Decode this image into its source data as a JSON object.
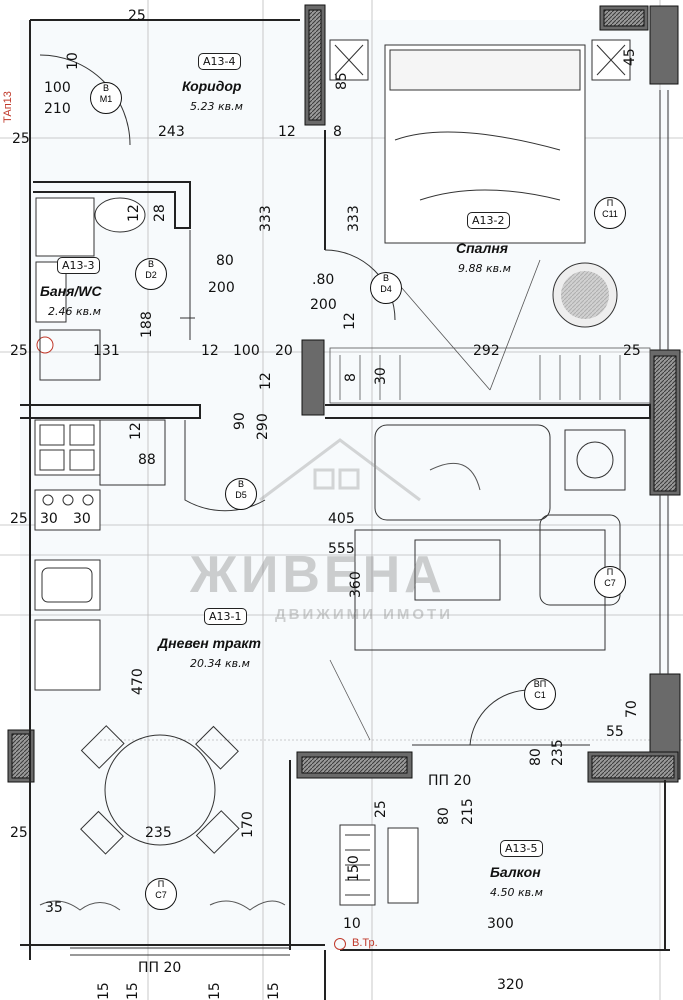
{
  "watermark": {
    "brand": "ЖИВЕНА",
    "tagline": "ДВИЖИМИ ИМОТИ"
  },
  "rooms": [
    {
      "tag": "A13-4",
      "name": "Коридор",
      "area": "5.23 кв.м"
    },
    {
      "tag": "A13-2",
      "name": "Спалня",
      "area": "9.88 кв.м"
    },
    {
      "tag": "A13-3",
      "name": "Баня/WC",
      "area": "2.46 кв.м"
    },
    {
      "tag": "A13-1",
      "name": "Дневен тракт",
      "area": "20.34 кв.м"
    },
    {
      "tag": "A13-5",
      "name": "Балкон",
      "area": "4.50 кв.м"
    }
  ],
  "door_markers": [
    {
      "type": "В",
      "code": "М1"
    },
    {
      "type": "В",
      "code": "D2"
    },
    {
      "type": "В",
      "code": "D4"
    },
    {
      "type": "В",
      "code": "D5"
    }
  ],
  "window_markers": [
    {
      "type": "П",
      "code": "С11"
    },
    {
      "type": "П",
      "code": "С7"
    },
    {
      "type": "ВП",
      "code": "С1"
    },
    {
      "type": "П",
      "code": "С7"
    }
  ],
  "side_label": "ТАп13",
  "stair_label": "В.Тр.",
  "dimensions": {
    "top_25": "25",
    "d10": "10",
    "d100": "100",
    "d210": "210",
    "d243": "243",
    "d12a": "12",
    "d8": "8",
    "d25a": "25",
    "d333a": "333",
    "d333b": "333",
    "d28": "28",
    "d12b": "12",
    "d80a": "80",
    "d200a": "200",
    "d80b": ".80",
    "d200b": "200",
    "d12c": "12",
    "d188": "188",
    "d25b": "25",
    "d131": "131",
    "d12d": "12",
    "d100b": "100",
    "d20": "20",
    "d292": "292",
    "d25c": "25",
    "d90": "90",
    "d290": "290",
    "d12e": "12",
    "d88": "88",
    "d25d": "25",
    "d30a": "30",
    "d30b": "30",
    "d405": "405",
    "d555": "555",
    "d360": "360",
    "d470": "470",
    "d70": "70",
    "d55": "55",
    "d80c": "80",
    "d235a": "235",
    "d20b": "ПП 20",
    "d215": "215",
    "d80d": "80",
    "d25e": "25",
    "d170": "170",
    "d235b": "235",
    "d25f": "25",
    "d35": "35",
    "d150": "150",
    "d10b": "10",
    "d300": "300",
    "d20c": "ПП 20",
    "d320": "320",
    "d15a": "15",
    "d15b": "15",
    "d15c": "15",
    "d15d": "15",
    "d45": "45",
    "d85": "85",
    "d12f": "12",
    "d30c": "30",
    "d8b": "8"
  },
  "colors": {
    "wall_fill": "#5a5a5a",
    "wall_hatch": "#d9d9d9",
    "line": "#222222",
    "accent_red": "#c0392b"
  }
}
